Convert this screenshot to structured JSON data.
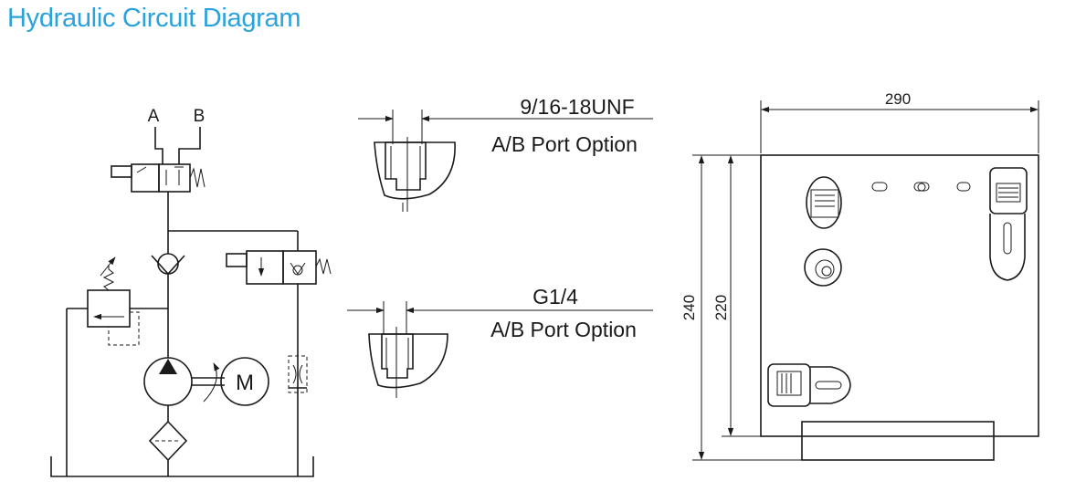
{
  "title": "Hydraulic Circuit Diagram",
  "schematic": {
    "port_a": "A",
    "port_b": "B",
    "motor": "M"
  },
  "port_options": [
    {
      "thread": "9/16-18UNF",
      "caption": "A/B Port Option"
    },
    {
      "thread": "G1/4",
      "caption": "A/B Port Option"
    }
  ],
  "dimensions": {
    "width": "290",
    "height_total": "240",
    "height_inner": "220"
  }
}
